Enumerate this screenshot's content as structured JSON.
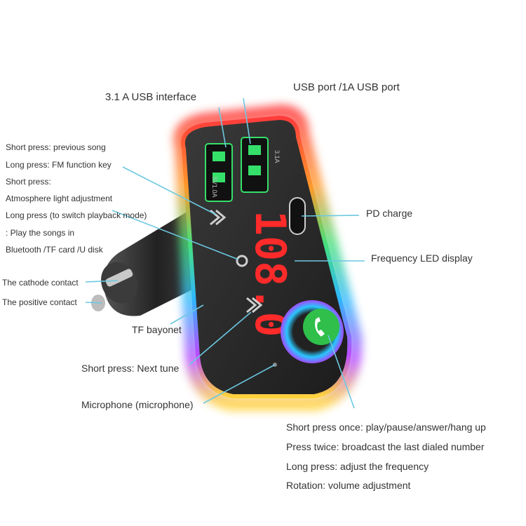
{
  "labels": {
    "usb_31": "3.1 A USB interface",
    "usb_1a": "USB port /1A USB port",
    "short_prev": "Short press: previous song",
    "long_fm": "Long press: FM function key",
    "short_press": "Short press:",
    "atmosphere": "Atmosphere light adjustment",
    "long_switch": "Long press (to switch playback mode)",
    "play_songs": ": Play the songs in",
    "bt_tf": "Bluetooth /TF card /U disk",
    "cathode": "The cathode contact",
    "positive": "The positive contact",
    "tf": "TF bayonet",
    "next": "Short press: Next tune",
    "mic": "Microphone (microphone)",
    "pd": "PD charge",
    "freq": "Frequency LED display",
    "once": "Short press once: play/pause/answer/hang up",
    "twice": "Press twice: broadcast the last dialed number",
    "long_adj": "Long press: adjust the frequency",
    "rotation": "Rotation: volume adjustment"
  },
  "device": {
    "display_value": "108.0",
    "port_label_left": "5V1.0A",
    "port_label_right": "3.1A"
  },
  "colors": {
    "callout": "#6cc8e2",
    "led": "#ff2a2a",
    "usb_port": "#35e06a",
    "phone_button": "#2fbf4a",
    "body": "#2b2b2b"
  }
}
